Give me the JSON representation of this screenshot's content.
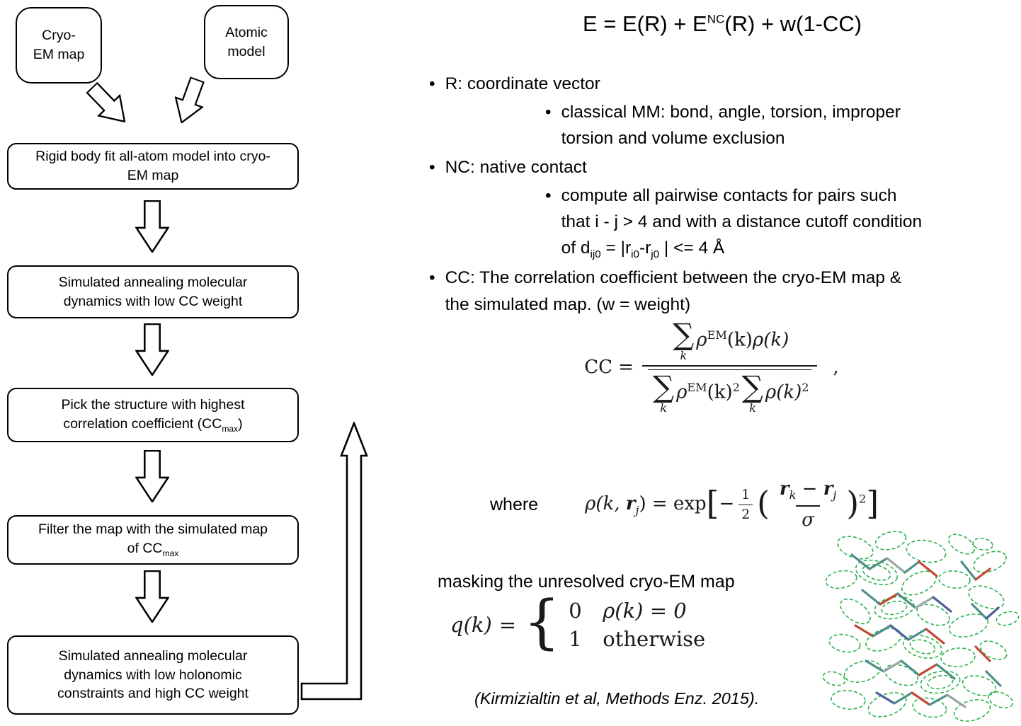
{
  "colors": {
    "mesh_green": "#2cb34a",
    "stick_teal": "#4e8f8a",
    "stick_red": "#bf4a33",
    "stick_blue": "#4a5f96",
    "stick_gray": "#9aa5a5"
  },
  "flowchart": {
    "cryo_box": "Cryo-\nEM map",
    "atomic_box": "Atomic\nmodel",
    "step1": "Rigid body fit all-atom model into cryo-\nEM map",
    "step2": "Simulated annealing molecular\ndynamics with low CC weight",
    "step3": {
      "prefix": "Pick the structure with highest\ncorrelation coefficient (CC",
      "sub": "max",
      "suffix": ")"
    },
    "step4": {
      "prefix": "Filter the map with the simulated map\nof CC",
      "sub": "max",
      "suffix": ""
    },
    "step5": "Simulated annealing molecular\ndynamics with low holonomic\nconstraints and high CC weight"
  },
  "energy_equation": {
    "p1": "E = E(R) + E",
    "sup": "NC",
    "p2": "(R) + w(1-CC)"
  },
  "bullets": {
    "r_head": "R: coordinate vector",
    "r_sub": "classical MM: bond, angle, torsion, improper\ntorsion and volume exclusion",
    "nc_head": "NC: native contact",
    "nc_sub": {
      "p1": "compute all pairwise contacts for pairs such\nthat i - j > 4 and with a distance cutoff condition\nof d",
      "s1": "ij0",
      "p2": " = |r",
      "s2": "i0",
      "p3": "-r",
      "s3": "j0",
      "p4": " | <= 4 Å"
    },
    "cc_head": "CC: The correlation coefficient between the cryo-EM map &\nthe simulated map. (w = weight)"
  },
  "cc_eq": {
    "lhs": "CC =",
    "sigma": "∑",
    "k": "k",
    "rho": "ρ",
    "em": "EM",
    "k_paren": "(k)",
    "rho_k": "ρ(k)",
    "two": "2",
    "comma": ","
  },
  "where_eq": {
    "label": "where",
    "lhs_a": "ρ(k, ",
    "r": "r",
    "sub_j": "j",
    "sub_k": "k",
    "lhs_b": ") = exp",
    "lbracket": "[",
    "minus": "−",
    "one": "1",
    "two": "2",
    "lparen": "(",
    "sigma": "σ",
    "rparen": ")",
    "sup2": "2",
    "rbracket": "]"
  },
  "mask": {
    "caption": "masking the unresolved cryo-EM map",
    "q": "q(k)",
    "eq": "=",
    "brace": "{",
    "row1_val": "0",
    "row1_cond": "ρ(k) = 0",
    "row2_val": "1",
    "row2_cond": "otherwise"
  },
  "citation": "(Kirmizialtin et al, Methods Enz. 2015)."
}
